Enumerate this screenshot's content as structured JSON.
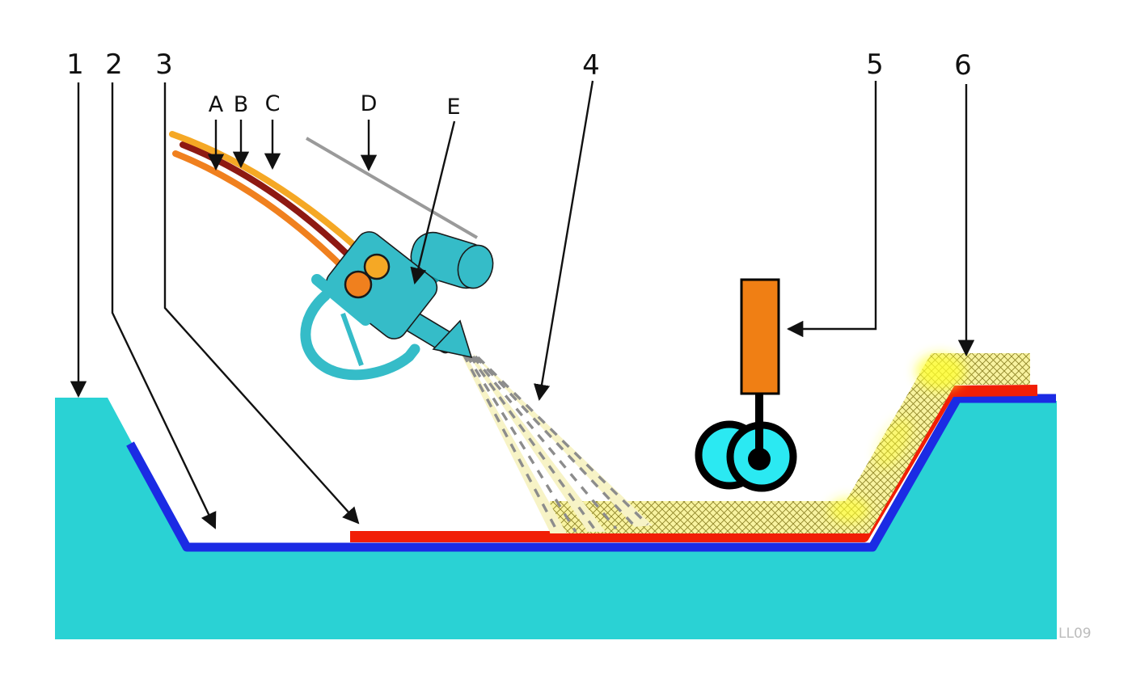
{
  "diagram": {
    "description": "Cross-section diagram of spray-applied lining installation in an excavated basin",
    "number_labels": [
      "1",
      "2",
      "3",
      "4",
      "5",
      "6"
    ],
    "letter_labels": [
      "A",
      "B",
      "C",
      "D",
      "E"
    ],
    "watermark": "LL09",
    "colors": {
      "ground_cyan": "#2AD2D4",
      "wheel_cyan": "#2BE9F2",
      "liner_blue": "#1B2BE4",
      "membrane_red": "#F11E06",
      "hatch_yellow_bg": "#F8F3A0",
      "hatch_line": "#6B5E00",
      "spray_band_yellow": "#F7F3C6",
      "spray_dash_gray": "#8C8C8C",
      "gun_teal": "#35BCC8",
      "stanchion_orange": "#F07F14",
      "hose_amber": "#F5A825",
      "hose_maroon": "#8E1912",
      "hose_orange": "#F0801E",
      "cable_gray": "#9A9A9A",
      "label_black": "#111111"
    }
  }
}
